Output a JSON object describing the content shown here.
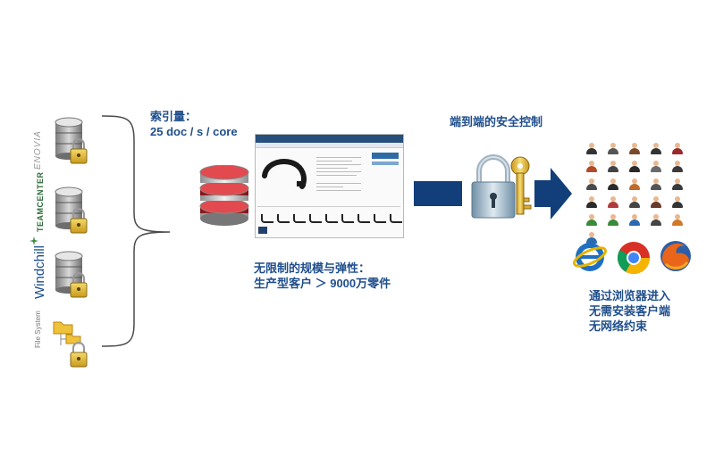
{
  "sources": [
    {
      "name": "ENOVIA",
      "icon": "database-lock-icon"
    },
    {
      "name": "TEAMCENTER",
      "icon": "database-lock-icon"
    },
    {
      "name": "Windchill",
      "icon": "database-lock-icon"
    },
    {
      "name": "File System",
      "icon": "folder-lock-icon"
    }
  ],
  "index_speed": {
    "line1": "索引量：",
    "line2": "25 doc / s / core"
  },
  "scale": {
    "line1": "无限制的规模与弹性：",
    "line2": "生产型客户 ＞ 9000万零件"
  },
  "security": {
    "label": "端到端的安全控制"
  },
  "access": {
    "line1": "通过浏览器进入",
    "line2": "无需安装客户端",
    "line3": "无网络约束"
  },
  "colors": {
    "accent": "#1f4e8c",
    "arrow": "#123f7a",
    "db_red": "#c0282e",
    "lock_gold": "#e3b733"
  }
}
